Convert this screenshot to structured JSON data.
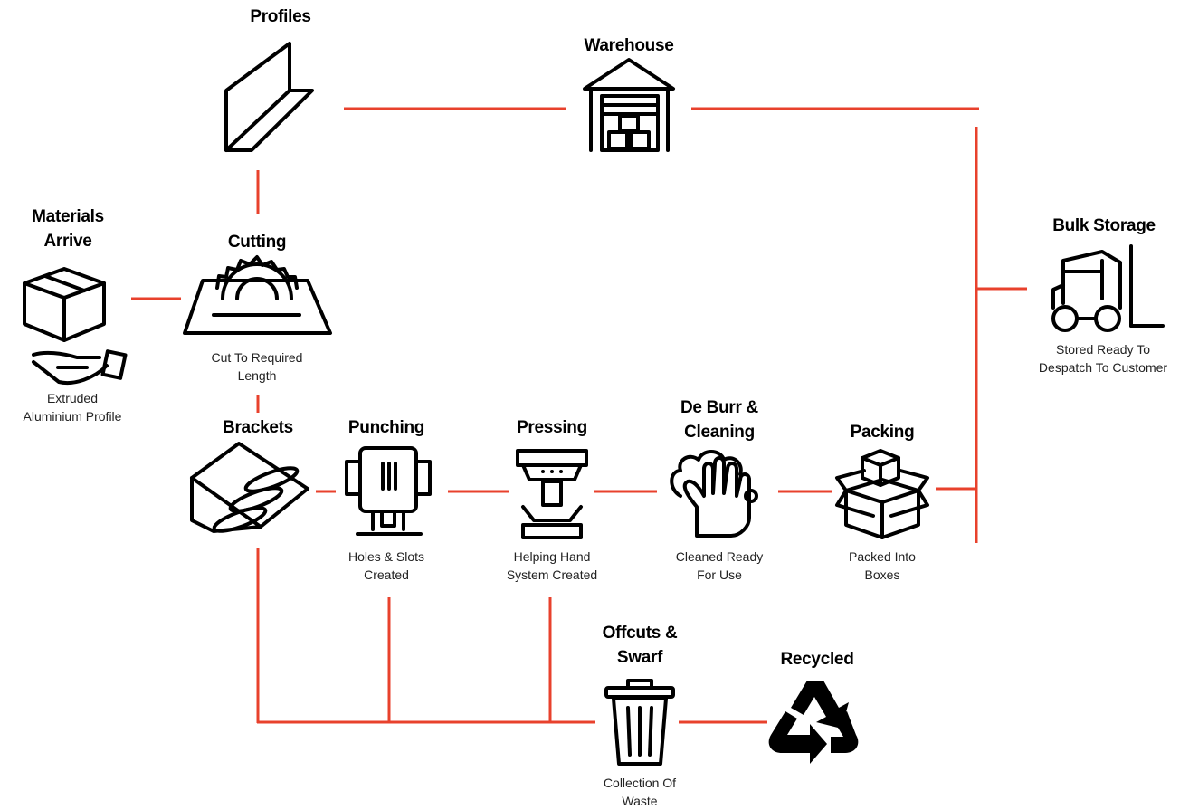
{
  "colors": {
    "connector": "#e8412c",
    "icon": "#000000",
    "text": "#222222"
  },
  "nodes": {
    "profiles": {
      "title": "Profiles",
      "icon": "angle-profile-icon"
    },
    "warehouse": {
      "title": "Warehouse",
      "icon": "warehouse-icon"
    },
    "materials": {
      "title_1": "Materials",
      "title_2": "Arrive",
      "caption_1": "Extruded",
      "caption_2": "Aluminium Profile",
      "icon": "box-in-hand-icon"
    },
    "cutting": {
      "title": "Cutting",
      "caption_1": "Cut To Required",
      "caption_2": "Length",
      "icon": "saw-blade-icon"
    },
    "bulk": {
      "title": "Bulk Storage",
      "caption_1": "Stored Ready To",
      "caption_2": "Despatch To Customer",
      "icon": "forklift-icon"
    },
    "brackets": {
      "title": "Brackets",
      "icon": "bracket-icon"
    },
    "punching": {
      "title": "Punching",
      "caption_1": "Holes & Slots",
      "caption_2": "Created",
      "icon": "punch-machine-icon"
    },
    "pressing": {
      "title": "Pressing",
      "caption_1": "Helping Hand",
      "caption_2": "System Created",
      "icon": "press-machine-icon"
    },
    "deburr": {
      "title_1": "De Burr &",
      "title_2": "Cleaning",
      "caption_1": "Cleaned Ready",
      "caption_2": "For Use",
      "icon": "washing-hand-icon"
    },
    "packing": {
      "title": "Packing",
      "caption_1": "Packed Into",
      "caption_2": "Boxes",
      "icon": "open-box-icon"
    },
    "offcuts": {
      "title_1": "Offcuts &",
      "title_2": "Swarf",
      "caption_1": "Collection Of",
      "caption_2": "Waste",
      "icon": "trash-bin-icon"
    },
    "recycled": {
      "title": "Recycled",
      "icon": "recycle-icon"
    }
  }
}
